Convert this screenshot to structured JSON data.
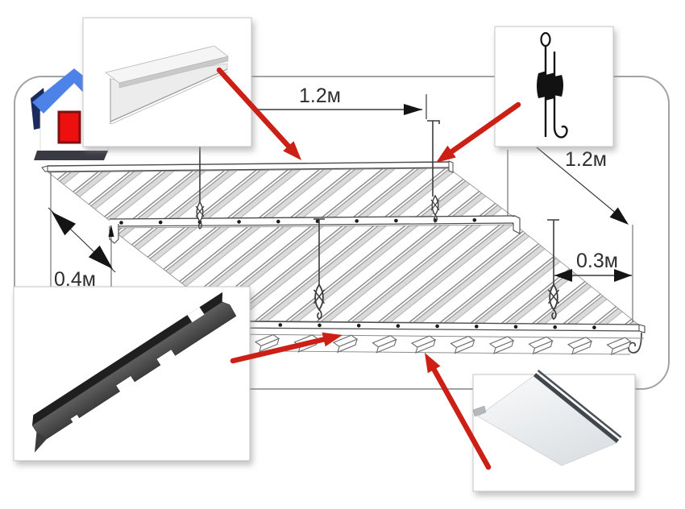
{
  "scene": {
    "description": "Installation scheme of a suspended rack (slatted) metal ceiling with hangers, stringers and perimeter angle"
  },
  "labels": {
    "dim_top_hanger_spacing": "1.2м",
    "dim_diag_stringer_spacing": "1.2м",
    "dim_left_wall_offset": "0.4м",
    "dim_right_hanger_offset": "0.3м"
  },
  "callouts": [
    {
      "id": "wall-angle-profile",
      "depicts": "perimeter wall angle profile"
    },
    {
      "id": "spring-hanger",
      "depicts": "wire spring-clip adjustable hanger"
    },
    {
      "id": "carrier-stringer",
      "depicts": "toothed carrier stringer (comb) profile"
    },
    {
      "id": "ceiling-panel",
      "depicts": "rack ceiling slat panel"
    }
  ],
  "colors": {
    "arrow_red": "#cc1f16",
    "drawing_line": "#4a4a4a",
    "dim_text": "#2e2e2e",
    "frame_border": "#a3a3a3",
    "logo_blue": "#4d82e8",
    "logo_navy": "#1c2a5e",
    "logo_red": "#ee0f0f",
    "logo_base": "#3a3a44"
  }
}
